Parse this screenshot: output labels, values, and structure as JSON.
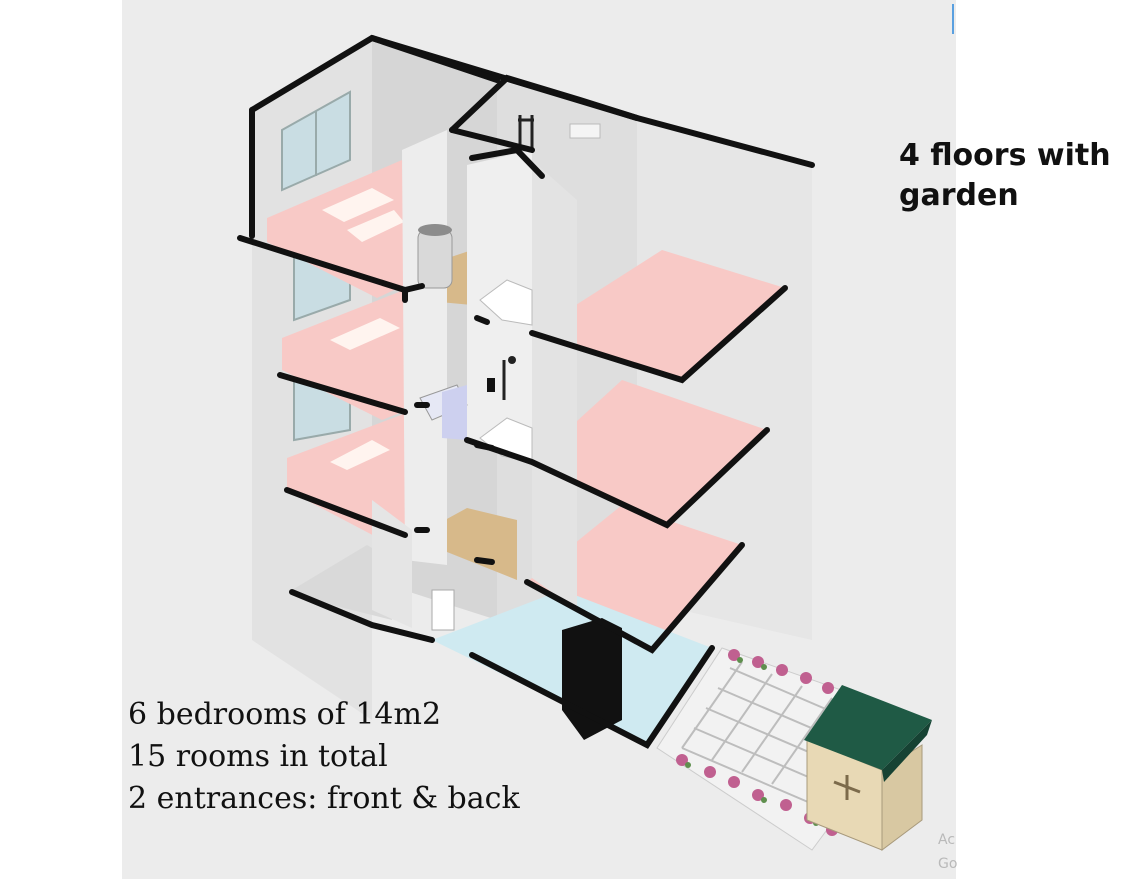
{
  "heading": {
    "line1": "4 floors with",
    "line2": "garden"
  },
  "stats": [
    "6 bedrooms of 14m2",
    "15 rooms in total",
    "2 entrances: front & back"
  ],
  "watermark": {
    "line1": "Ac",
    "line2": "Go"
  },
  "colors": {
    "background": "#ececec",
    "bedroom_floor": "#f8c9c6",
    "wall": "#dcdcdc",
    "wall_dark": "#bdbdbd",
    "wall_edge": "#111111",
    "wood_floor": "#d7b98a",
    "ground_floor": "#cfeaf1",
    "roof": "#1f5a45",
    "shed": "#e8d9b5",
    "flowers": "#c06090"
  },
  "icons": [
    "window-icon",
    "shower-icon",
    "water-heater-icon",
    "washbasin-icon",
    "toilet-icon",
    "fridge-icon",
    "garden-shed-icon",
    "flower-bed-icon"
  ]
}
